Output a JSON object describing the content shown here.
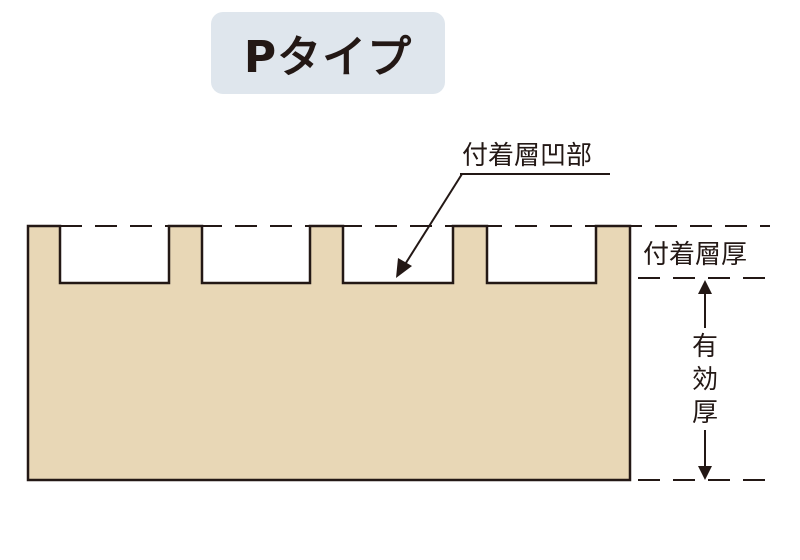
{
  "title": "Pタイプ",
  "labels": {
    "groove": "付着層凹部",
    "layer_thickness": "付着層厚",
    "effective_thickness": [
      "有",
      "効",
      "厚"
    ]
  },
  "colors": {
    "body_fill": "#e8d7b6",
    "stroke": "#231815",
    "title_bg": "#dfe6ed"
  }
}
